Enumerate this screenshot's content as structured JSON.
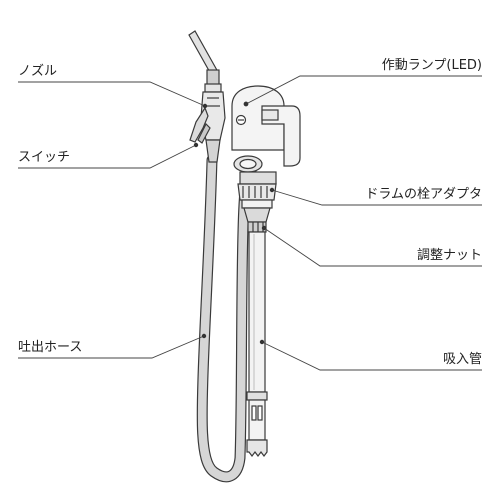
{
  "labels": {
    "nozzle": "ノズル",
    "switch": "スイッチ",
    "discharge_hose": "吐出ホース",
    "led": "作動ランプ(LED)",
    "drum_adapter": "ドラムの栓アダプタ",
    "adjust_nut": "調整ナット",
    "suction_pipe": "吸入管"
  }
}
